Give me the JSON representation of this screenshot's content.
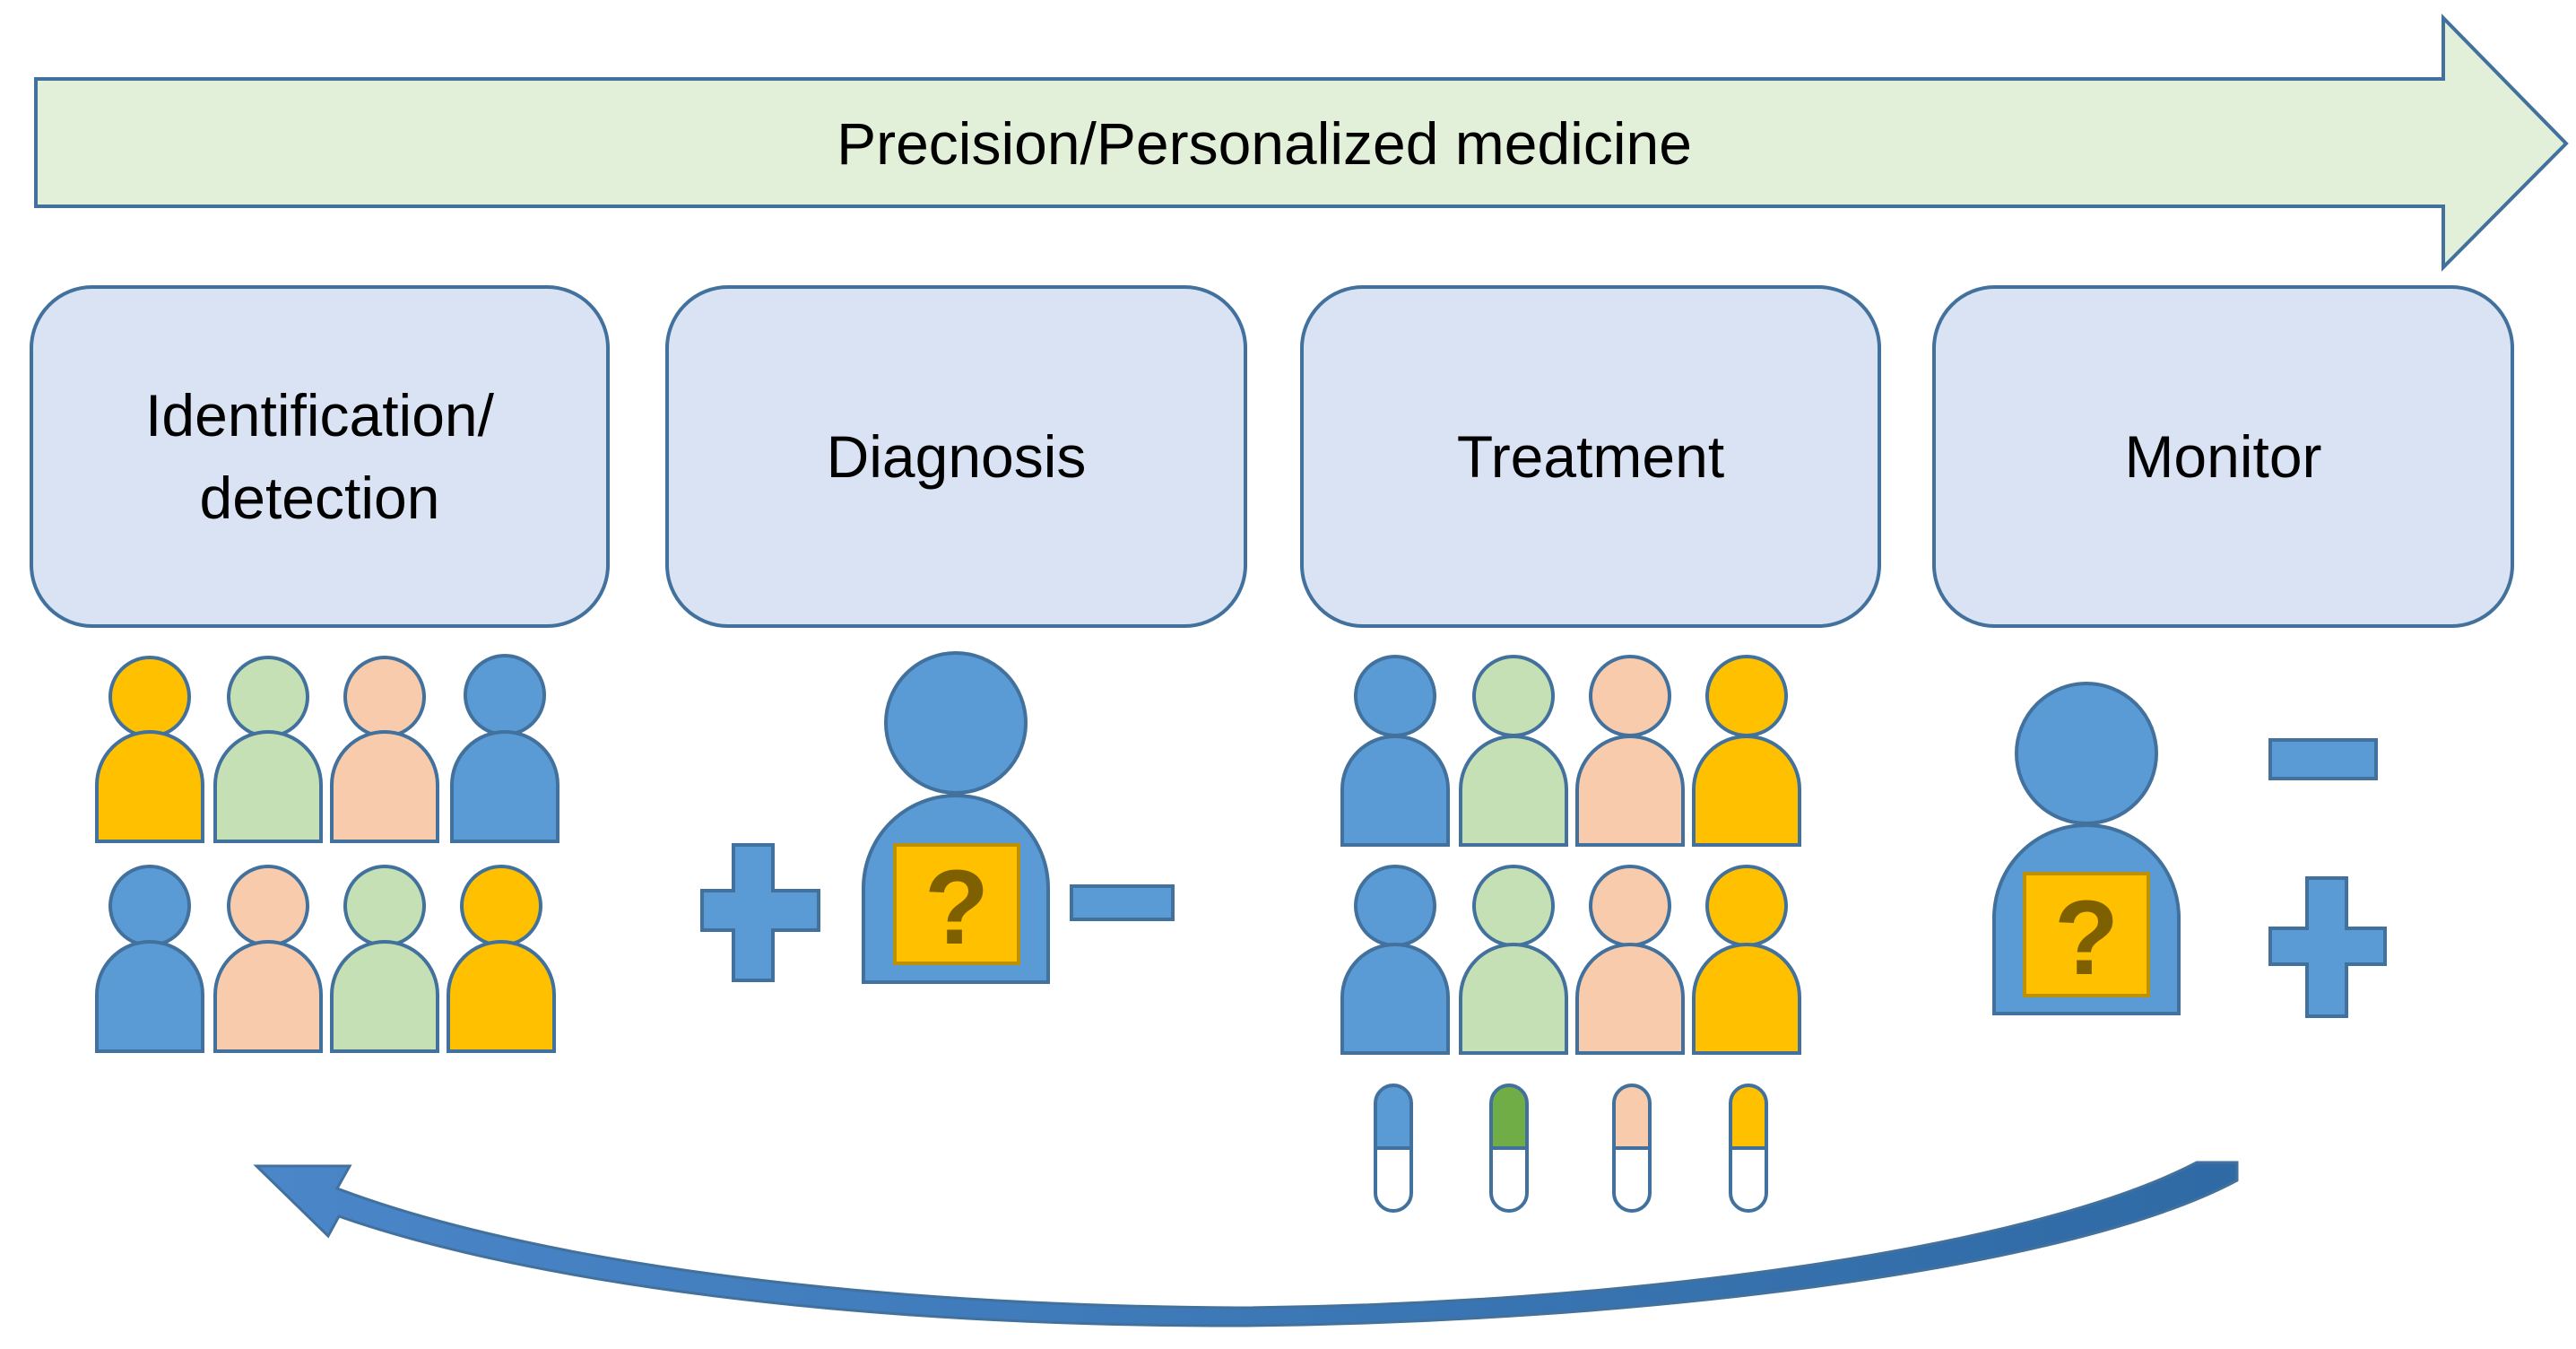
{
  "banner": {
    "label": "Precision/Personalized medicine"
  },
  "stages": [
    {
      "label_line1": "Identification/",
      "label_line2": "detection"
    },
    {
      "label": "Diagnosis"
    },
    {
      "label": "Treatment"
    },
    {
      "label": "Monitor"
    }
  ],
  "unknown_symbol": "?",
  "colors": {
    "blue": "#5b9bd5",
    "yellow": "#ffc000",
    "green": "#c5e0b4",
    "peach": "#f8cbad",
    "dark_green": "#70ad47",
    "outline": "#41719c",
    "box_fill": "#dae3f3",
    "banner_fill": "#e2f0d9"
  }
}
